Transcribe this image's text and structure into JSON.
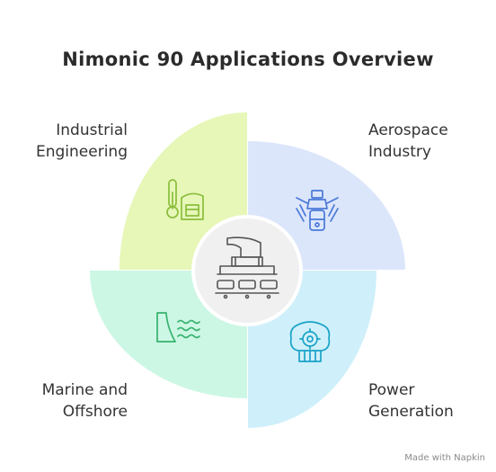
{
  "title": "Nimonic 90 Applications Overview",
  "segments": [
    {
      "name": "industrial",
      "line1": "Industrial",
      "line2": "Engineering",
      "color": "#e6f7b8",
      "icon": "thermometer-factory-icon"
    },
    {
      "name": "aerospace",
      "line1": "Aerospace",
      "line2": "Industry",
      "color": "#dce6fb",
      "icon": "jet-engine-icon"
    },
    {
      "name": "marine",
      "line1": "Marine and",
      "line2": "Offshore",
      "color": "#ccf7e4",
      "icon": "dam-waves-icon"
    },
    {
      "name": "power",
      "line1": "Power",
      "line2": "Generation",
      "color": "#cff0fa",
      "icon": "turbine-gear-icon"
    }
  ],
  "center_icon": "factory-production-line-icon",
  "watermark": "Made with Napkin"
}
